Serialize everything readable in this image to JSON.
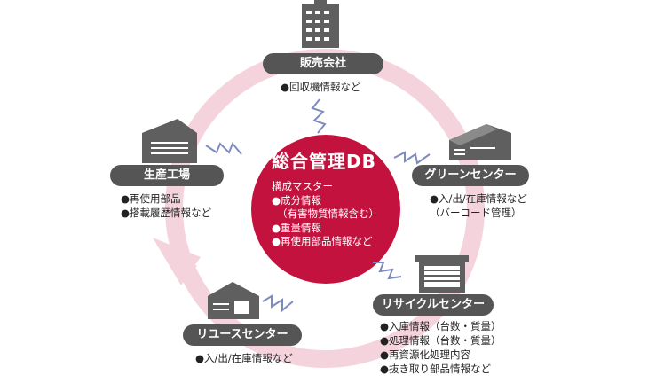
{
  "center": {
    "title": "総合管理DB",
    "subtitle": "構成マスター",
    "items": [
      "●成分情報",
      "（有害物質情報含む）",
      "●重量情報",
      "●再使用部品情報など"
    ]
  },
  "nodes": {
    "sales": {
      "label": "販売会社",
      "info": [
        "●回収機情報など"
      ],
      "icon": "office-building-icon"
    },
    "green": {
      "label": "グリーンセンター",
      "info": [
        "●入/出/在庫情報など",
        "（バーコード管理）"
      ],
      "icon": "warehouse-icon"
    },
    "recycle": {
      "label": "リサイクルセンター",
      "info": [
        "●入庫情報（台数・質量）",
        "●処理情報（台数・質量）",
        "●再資源化処理内容",
        "●抜き取り部品情報など"
      ],
      "icon": "recycling-plant-icon"
    },
    "reuse": {
      "label": "リユースセンター",
      "info": [
        "●入/出/在庫情報など"
      ],
      "icon": "warehouse-icon"
    },
    "factory": {
      "label": "生産工場",
      "info": [
        "●再使用部品",
        "●搭載履歴情報など"
      ],
      "icon": "factory-icon"
    }
  },
  "colors": {
    "ring": "#f5d3dd",
    "center": "#c4123f",
    "pill": "#555555",
    "icon": "#5f5f5f",
    "signal": "#7e8bc2"
  }
}
